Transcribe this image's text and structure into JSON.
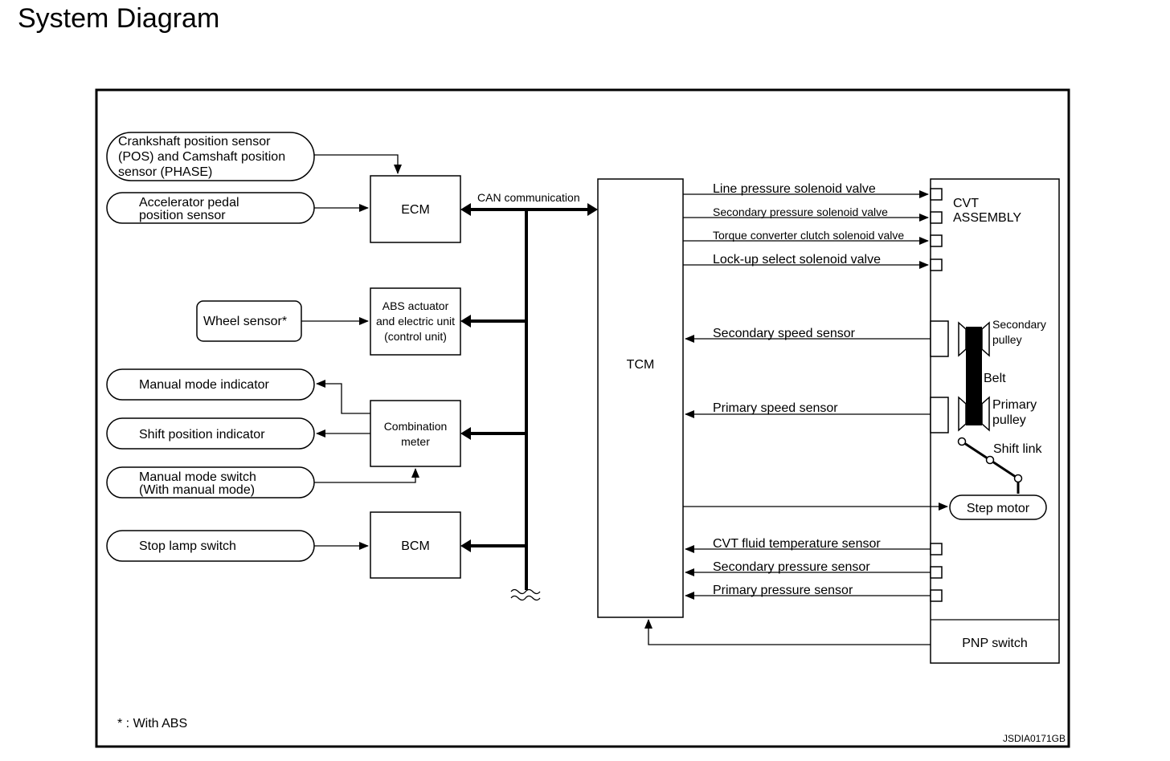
{
  "title": "System Diagram",
  "inputs": {
    "crankshaft_line1": "Crankshaft position sensor",
    "crankshaft_line2": "(POS) and Camshaft position",
    "crankshaft_line3": "sensor (PHASE)",
    "accel_line1": "Accelerator pedal",
    "accel_line2": "position sensor",
    "wheel_sensor": "Wheel sensor*",
    "manual_mode_indicator": "Manual mode indicator",
    "shift_position_indicator": "Shift position indicator",
    "manual_switch_line1": "Manual mode switch",
    "manual_switch_line2": "(With manual mode)",
    "stop_lamp_switch": "Stop lamp switch"
  },
  "modules": {
    "ecm": "ECM",
    "abs_line1": "ABS actuator",
    "abs_line2": "and electric unit",
    "abs_line3": "(control unit)",
    "combo_line1": "Combination",
    "combo_line2": "meter",
    "bcm": "BCM",
    "tcm": "TCM"
  },
  "can_label": "CAN communication",
  "outputs": {
    "line_pressure": "Line pressure solenoid valve",
    "secondary_pressure_valve": "Secondary pressure solenoid valve",
    "torque_converter": "Torque converter clutch solenoid valve",
    "lockup_select": "Lock-up select solenoid valve",
    "secondary_speed": "Secondary speed sensor",
    "primary_speed": "Primary speed sensor",
    "cvt_fluid_temp": "CVT fluid temperature sensor",
    "secondary_pressure_sensor": "Secondary pressure sensor",
    "primary_pressure_sensor": "Primary pressure sensor"
  },
  "cvt": {
    "assembly_line1": "CVT",
    "assembly_line2": "ASSEMBLY",
    "secondary_pulley_line1": "Secondary",
    "secondary_pulley_line2": "pulley",
    "belt": "Belt",
    "primary_pulley_line1": "Primary",
    "primary_pulley_line2": "pulley",
    "shift_link": "Shift link",
    "step_motor": "Step motor",
    "pnp_switch": "PNP switch"
  },
  "footnote": "* : With ABS",
  "figure_code": "JSDIA0171GB"
}
